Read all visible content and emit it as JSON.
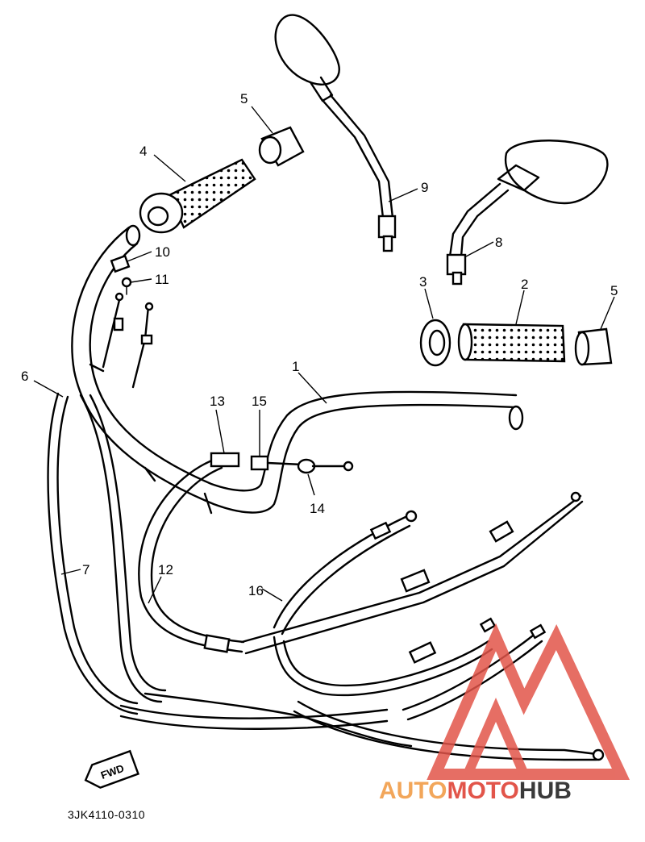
{
  "diagram": {
    "callouts": [
      {
        "id": "1",
        "label": "1"
      },
      {
        "id": "2",
        "label": "2"
      },
      {
        "id": "3",
        "label": "3"
      },
      {
        "id": "4",
        "label": "4"
      },
      {
        "id": "5a",
        "label": "5"
      },
      {
        "id": "5b",
        "label": "5"
      },
      {
        "id": "6",
        "label": "6"
      },
      {
        "id": "7",
        "label": "7"
      },
      {
        "id": "8",
        "label": "8"
      },
      {
        "id": "9",
        "label": "9"
      },
      {
        "id": "10",
        "label": "10"
      },
      {
        "id": "11",
        "label": "11"
      },
      {
        "id": "12",
        "label": "12"
      },
      {
        "id": "13",
        "label": "13"
      },
      {
        "id": "14",
        "label": "14"
      },
      {
        "id": "15",
        "label": "15"
      },
      {
        "id": "16",
        "label": "16"
      }
    ],
    "direction_label": "FWD",
    "drawing_code": "3JK4110-0310"
  },
  "watermark": {
    "part1": "AUTO",
    "part2": "MOTO",
    "part3": "HUB",
    "colors": {
      "accent_orange": "#f2a65a",
      "accent_red": "#e2554a",
      "dark": "#3a3a3a"
    }
  }
}
